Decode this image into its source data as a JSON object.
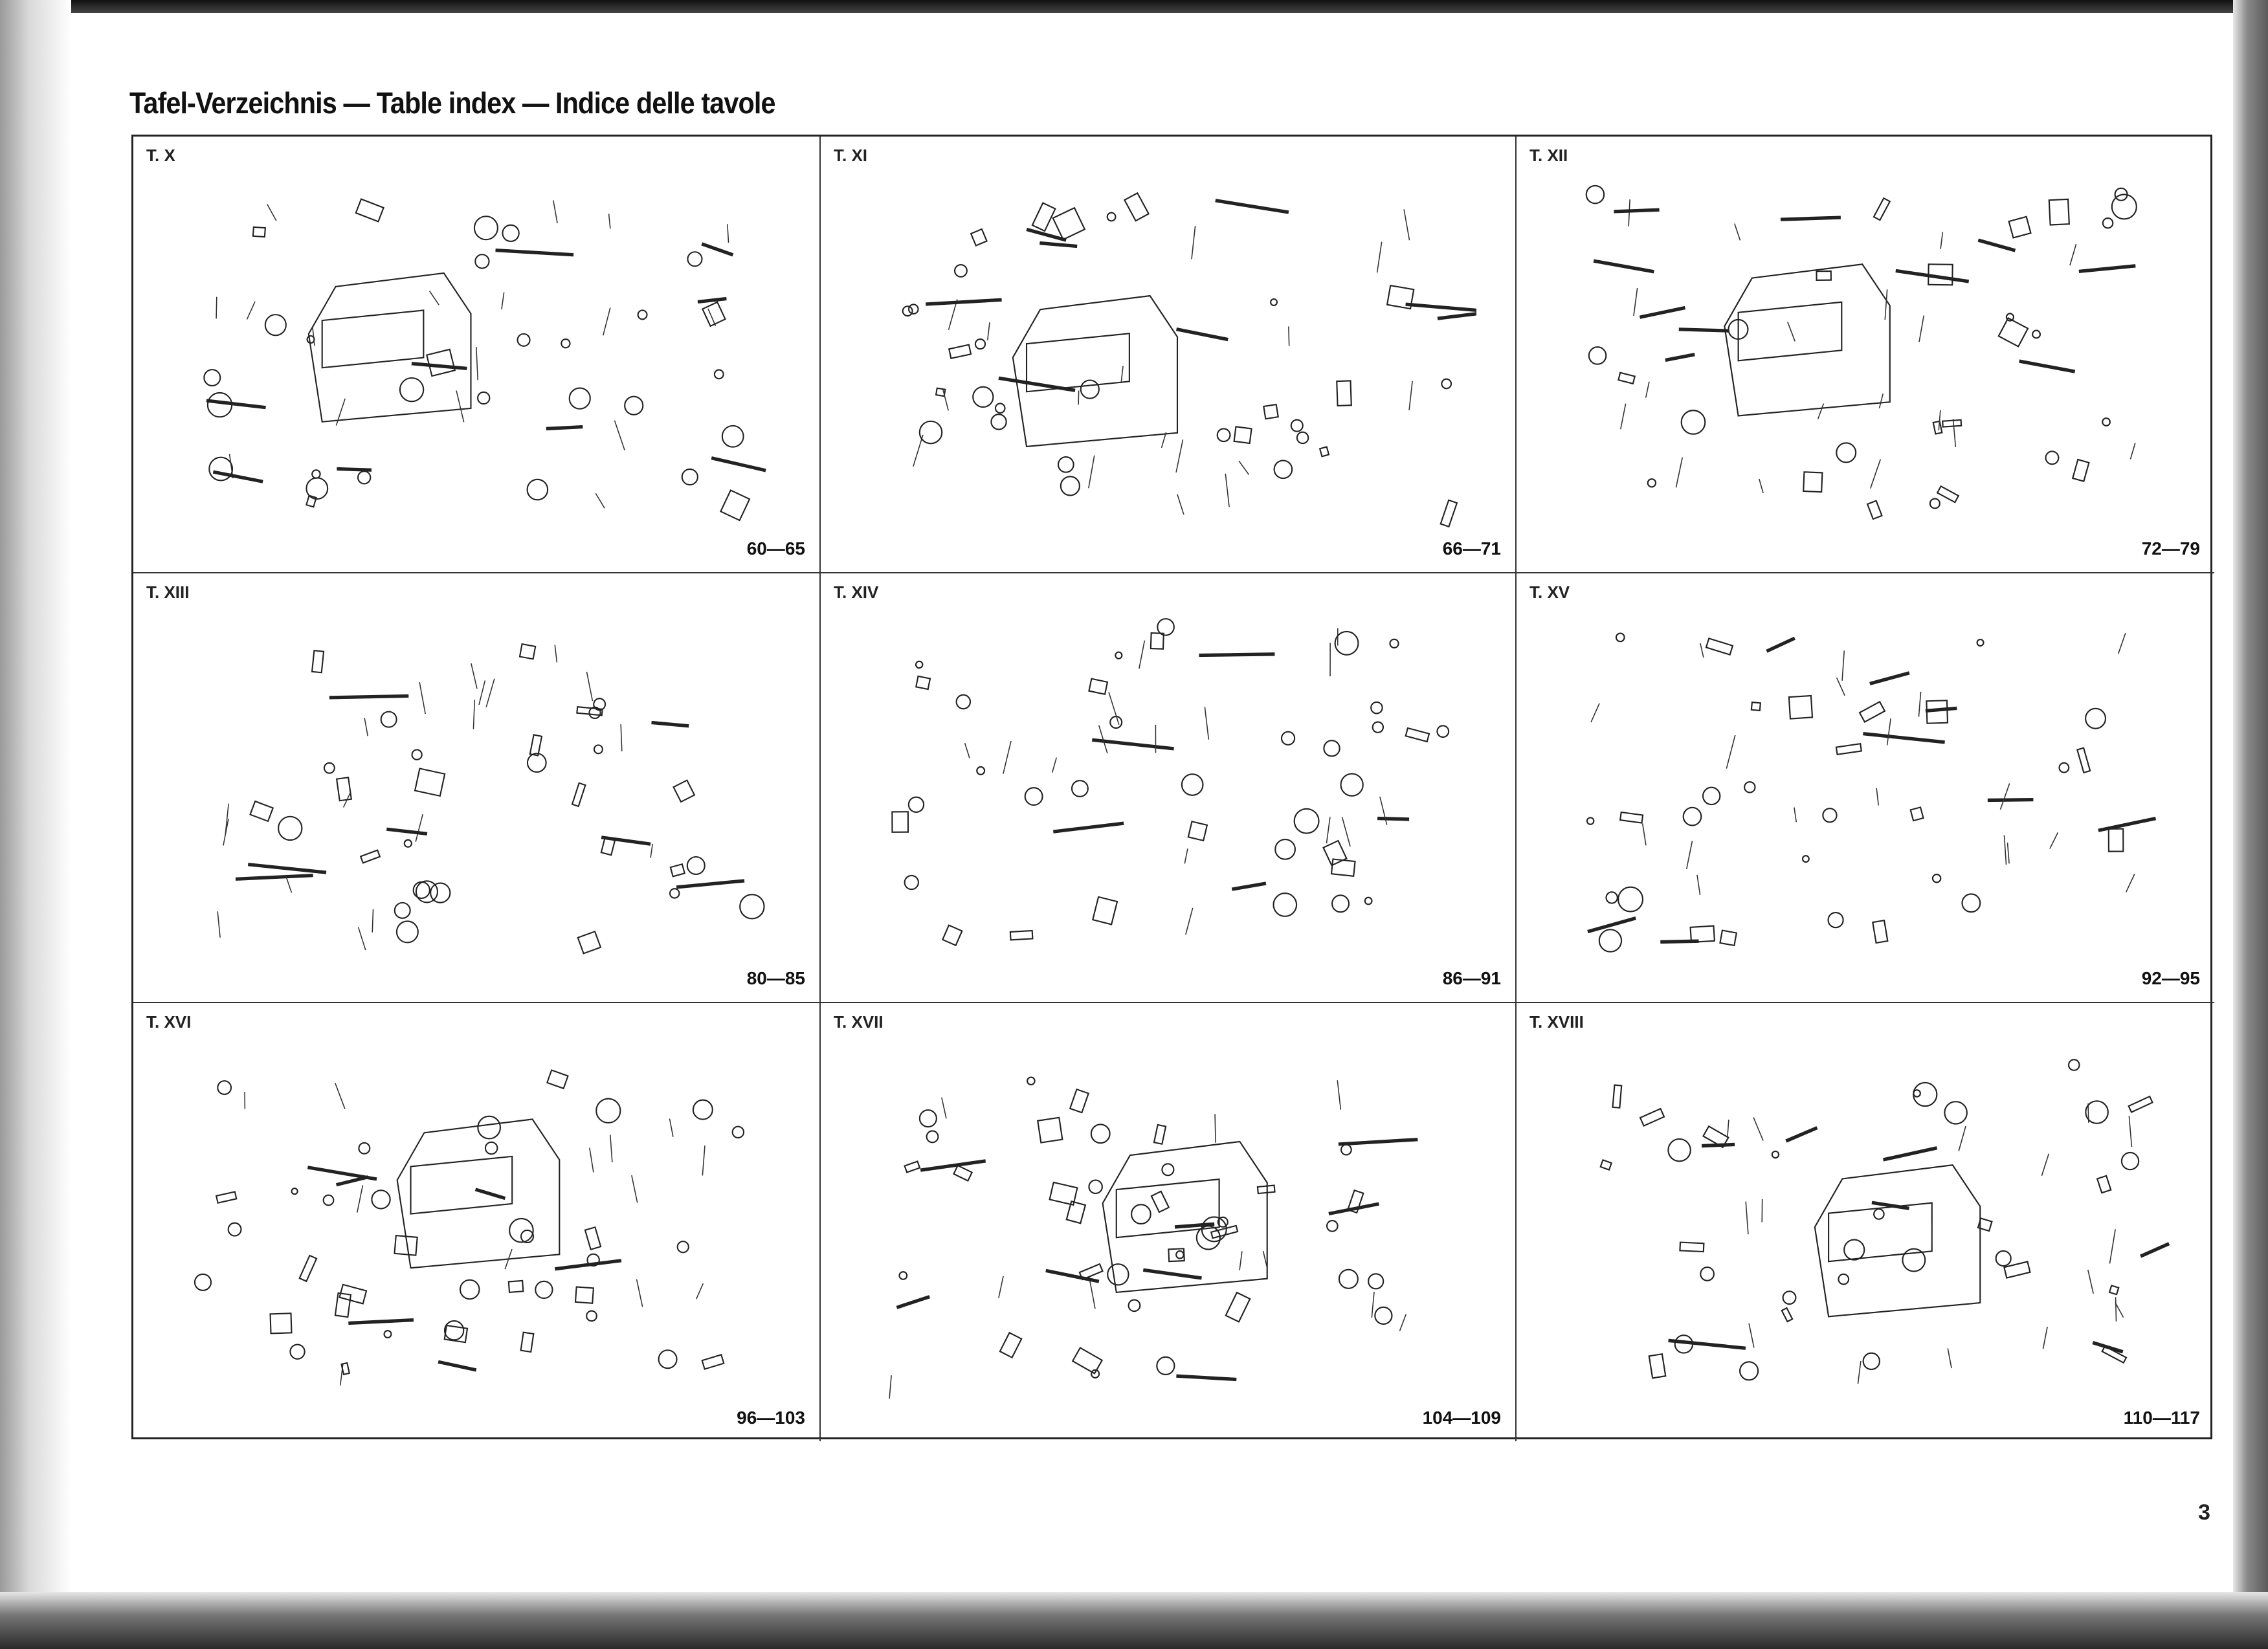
{
  "title": "Tafel-Verzeichnis — Table index — Indice delle tavole",
  "tables": [
    {
      "label": "T. X",
      "pages": "60—65"
    },
    {
      "label": "T. XI",
      "pages": "66—71"
    },
    {
      "label": "T. XII",
      "pages": "72—79"
    },
    {
      "label": "T. XIII",
      "pages": "80—85"
    },
    {
      "label": "T. XIV",
      "pages": "86—91"
    },
    {
      "label": "T. XV",
      "pages": "92—95"
    },
    {
      "label": "T. XVI",
      "pages": "96—103"
    },
    {
      "label": "T. XVII",
      "pages": "104—109"
    },
    {
      "label": "T. XVIII",
      "pages": "110—117"
    }
  ],
  "page_number": "3"
}
